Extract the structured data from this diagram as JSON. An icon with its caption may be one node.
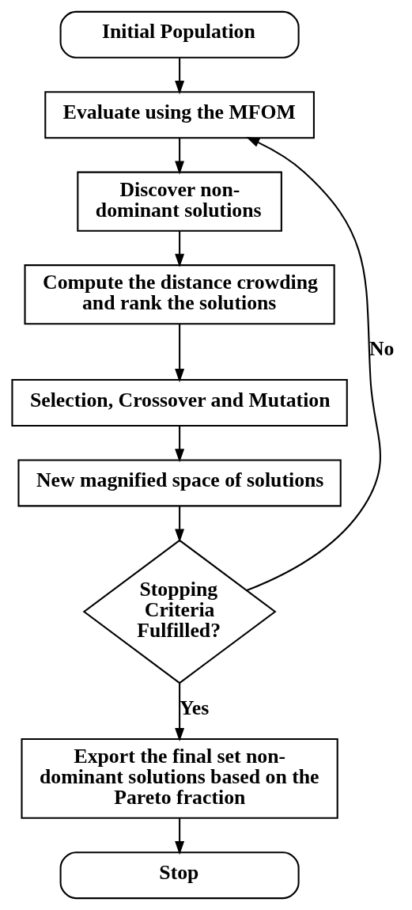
{
  "diagram": {
    "nodes": [
      {
        "text": [
          "Initial Population"
        ]
      },
      {
        "text": [
          "Evaluate using the MFOM"
        ]
      },
      {
        "text": [
          "Discover non-dominant solutions"
        ]
      },
      {
        "text": [
          "Compute the distance crowding and rank the solutions"
        ]
      },
      {
        "text": [
          "Selection, Crossover and Mutation"
        ]
      },
      {
        "text": [
          "New magnified space of solutions"
        ]
      },
      {
        "text": [
          "Stopping Criteria Fulfilled?"
        ]
      },
      {
        "text": [
          "Export the final set non-dominant solutions based on the Pareto fraction"
        ]
      },
      {
        "text": [
          "Stop"
        ]
      }
    ],
    "edges": [
      {
        "from": 0,
        "to": 1,
        "arrow": "to"
      },
      {
        "from": 1,
        "to": 2,
        "arrow": "to"
      },
      {
        "from": 2,
        "to": 3,
        "arrow": "to"
      },
      {
        "from": 3,
        "to": 4,
        "arrow": "to"
      },
      {
        "from": 4,
        "to": 5,
        "arrow": "to"
      },
      {
        "from": 5,
        "to": 6,
        "arrow": "to"
      },
      {
        "from": 6,
        "to": 1,
        "arrow": "to",
        "label": "No"
      },
      {
        "from": 6,
        "to": 7,
        "arrow": "to",
        "label": "Yes"
      },
      {
        "from": 7,
        "to": 8,
        "arrow": "to"
      }
    ]
  }
}
